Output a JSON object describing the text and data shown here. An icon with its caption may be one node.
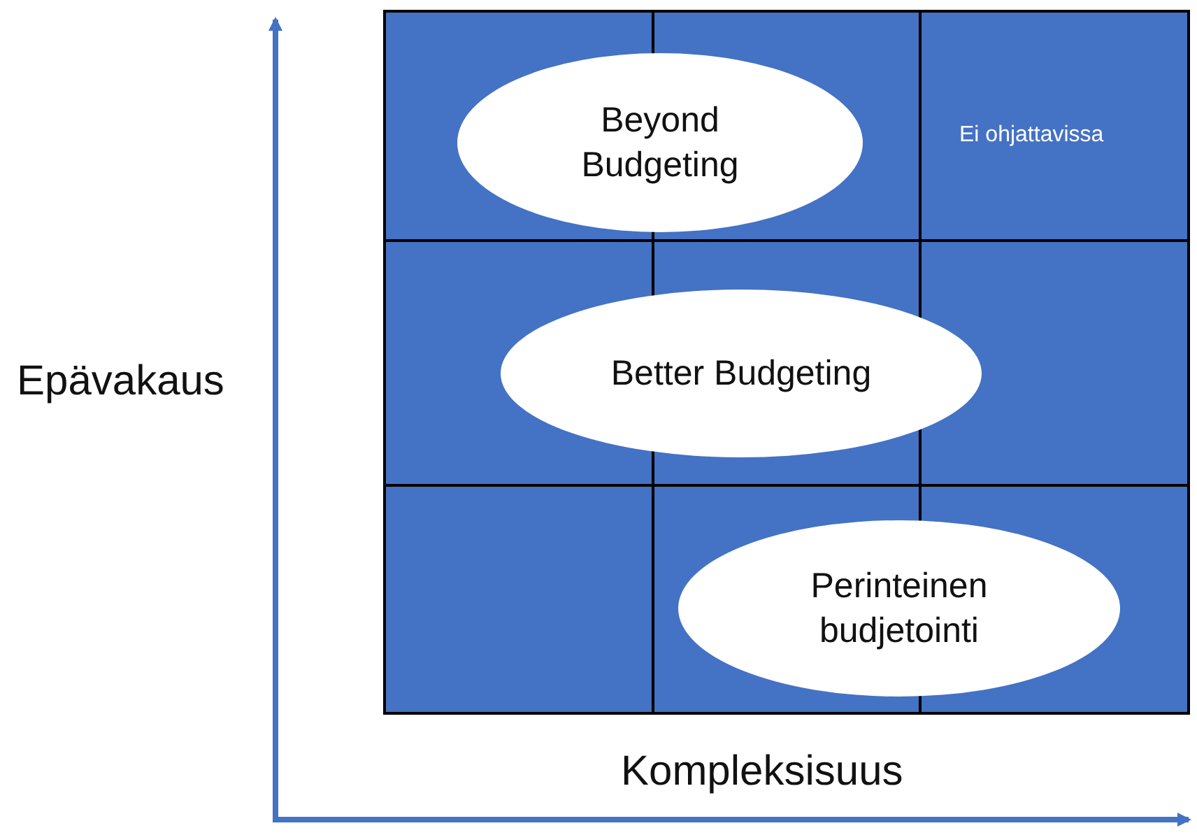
{
  "diagram": {
    "nodes": [
      {
        "text": [
          "Beyond Budgeting"
        ]
      },
      {
        "text": [
          "Better Budgeting"
        ]
      },
      {
        "text": [
          "Perinteinen budjetointi"
        ]
      }
    ],
    "labels": [
      "Ei ohjattavissa",
      "Epävakaus",
      "Kompleksisuus"
    ]
  }
}
